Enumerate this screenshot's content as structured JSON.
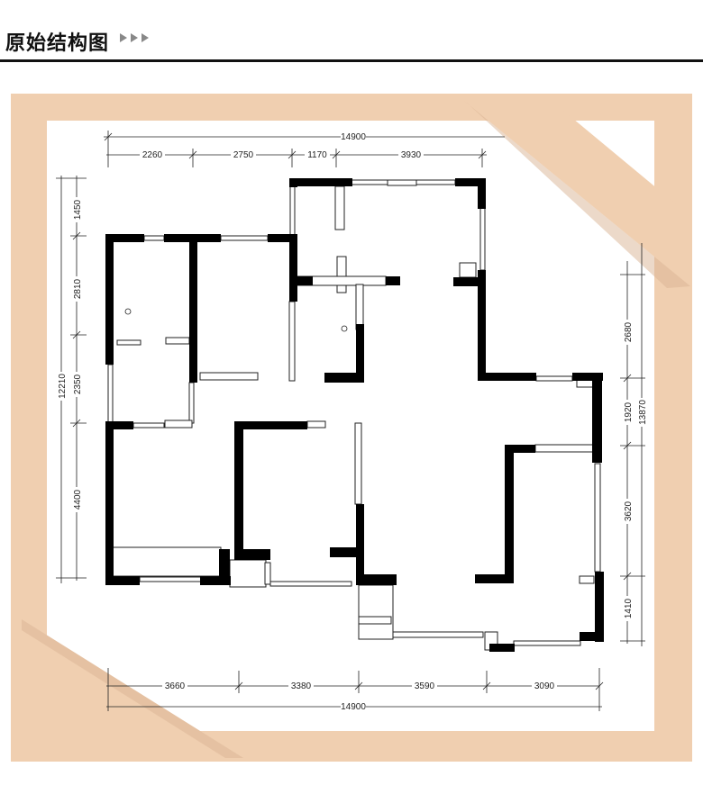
{
  "header": {
    "title": "原始结构图",
    "arrow_icon": "triangle-right-icon"
  },
  "colors": {
    "frame": "#f0cfb0",
    "fold_shadow": "#d8b090",
    "wall": "#000000",
    "window": "#ffffff",
    "line": "#222222"
  },
  "dimensions": {
    "top_total": "14900",
    "top_segments": [
      "2260",
      "2750",
      "1170",
      "3930"
    ],
    "bottom_total": "14900",
    "bottom_segments": [
      "3660",
      "3380",
      "3590",
      "3090"
    ],
    "left_total": "12210",
    "left_segments": [
      "1450",
      "2810",
      "2350",
      "4400"
    ],
    "right_total": "13870",
    "right_segments": [
      "2680",
      "1920",
      "3620",
      "1410"
    ]
  }
}
